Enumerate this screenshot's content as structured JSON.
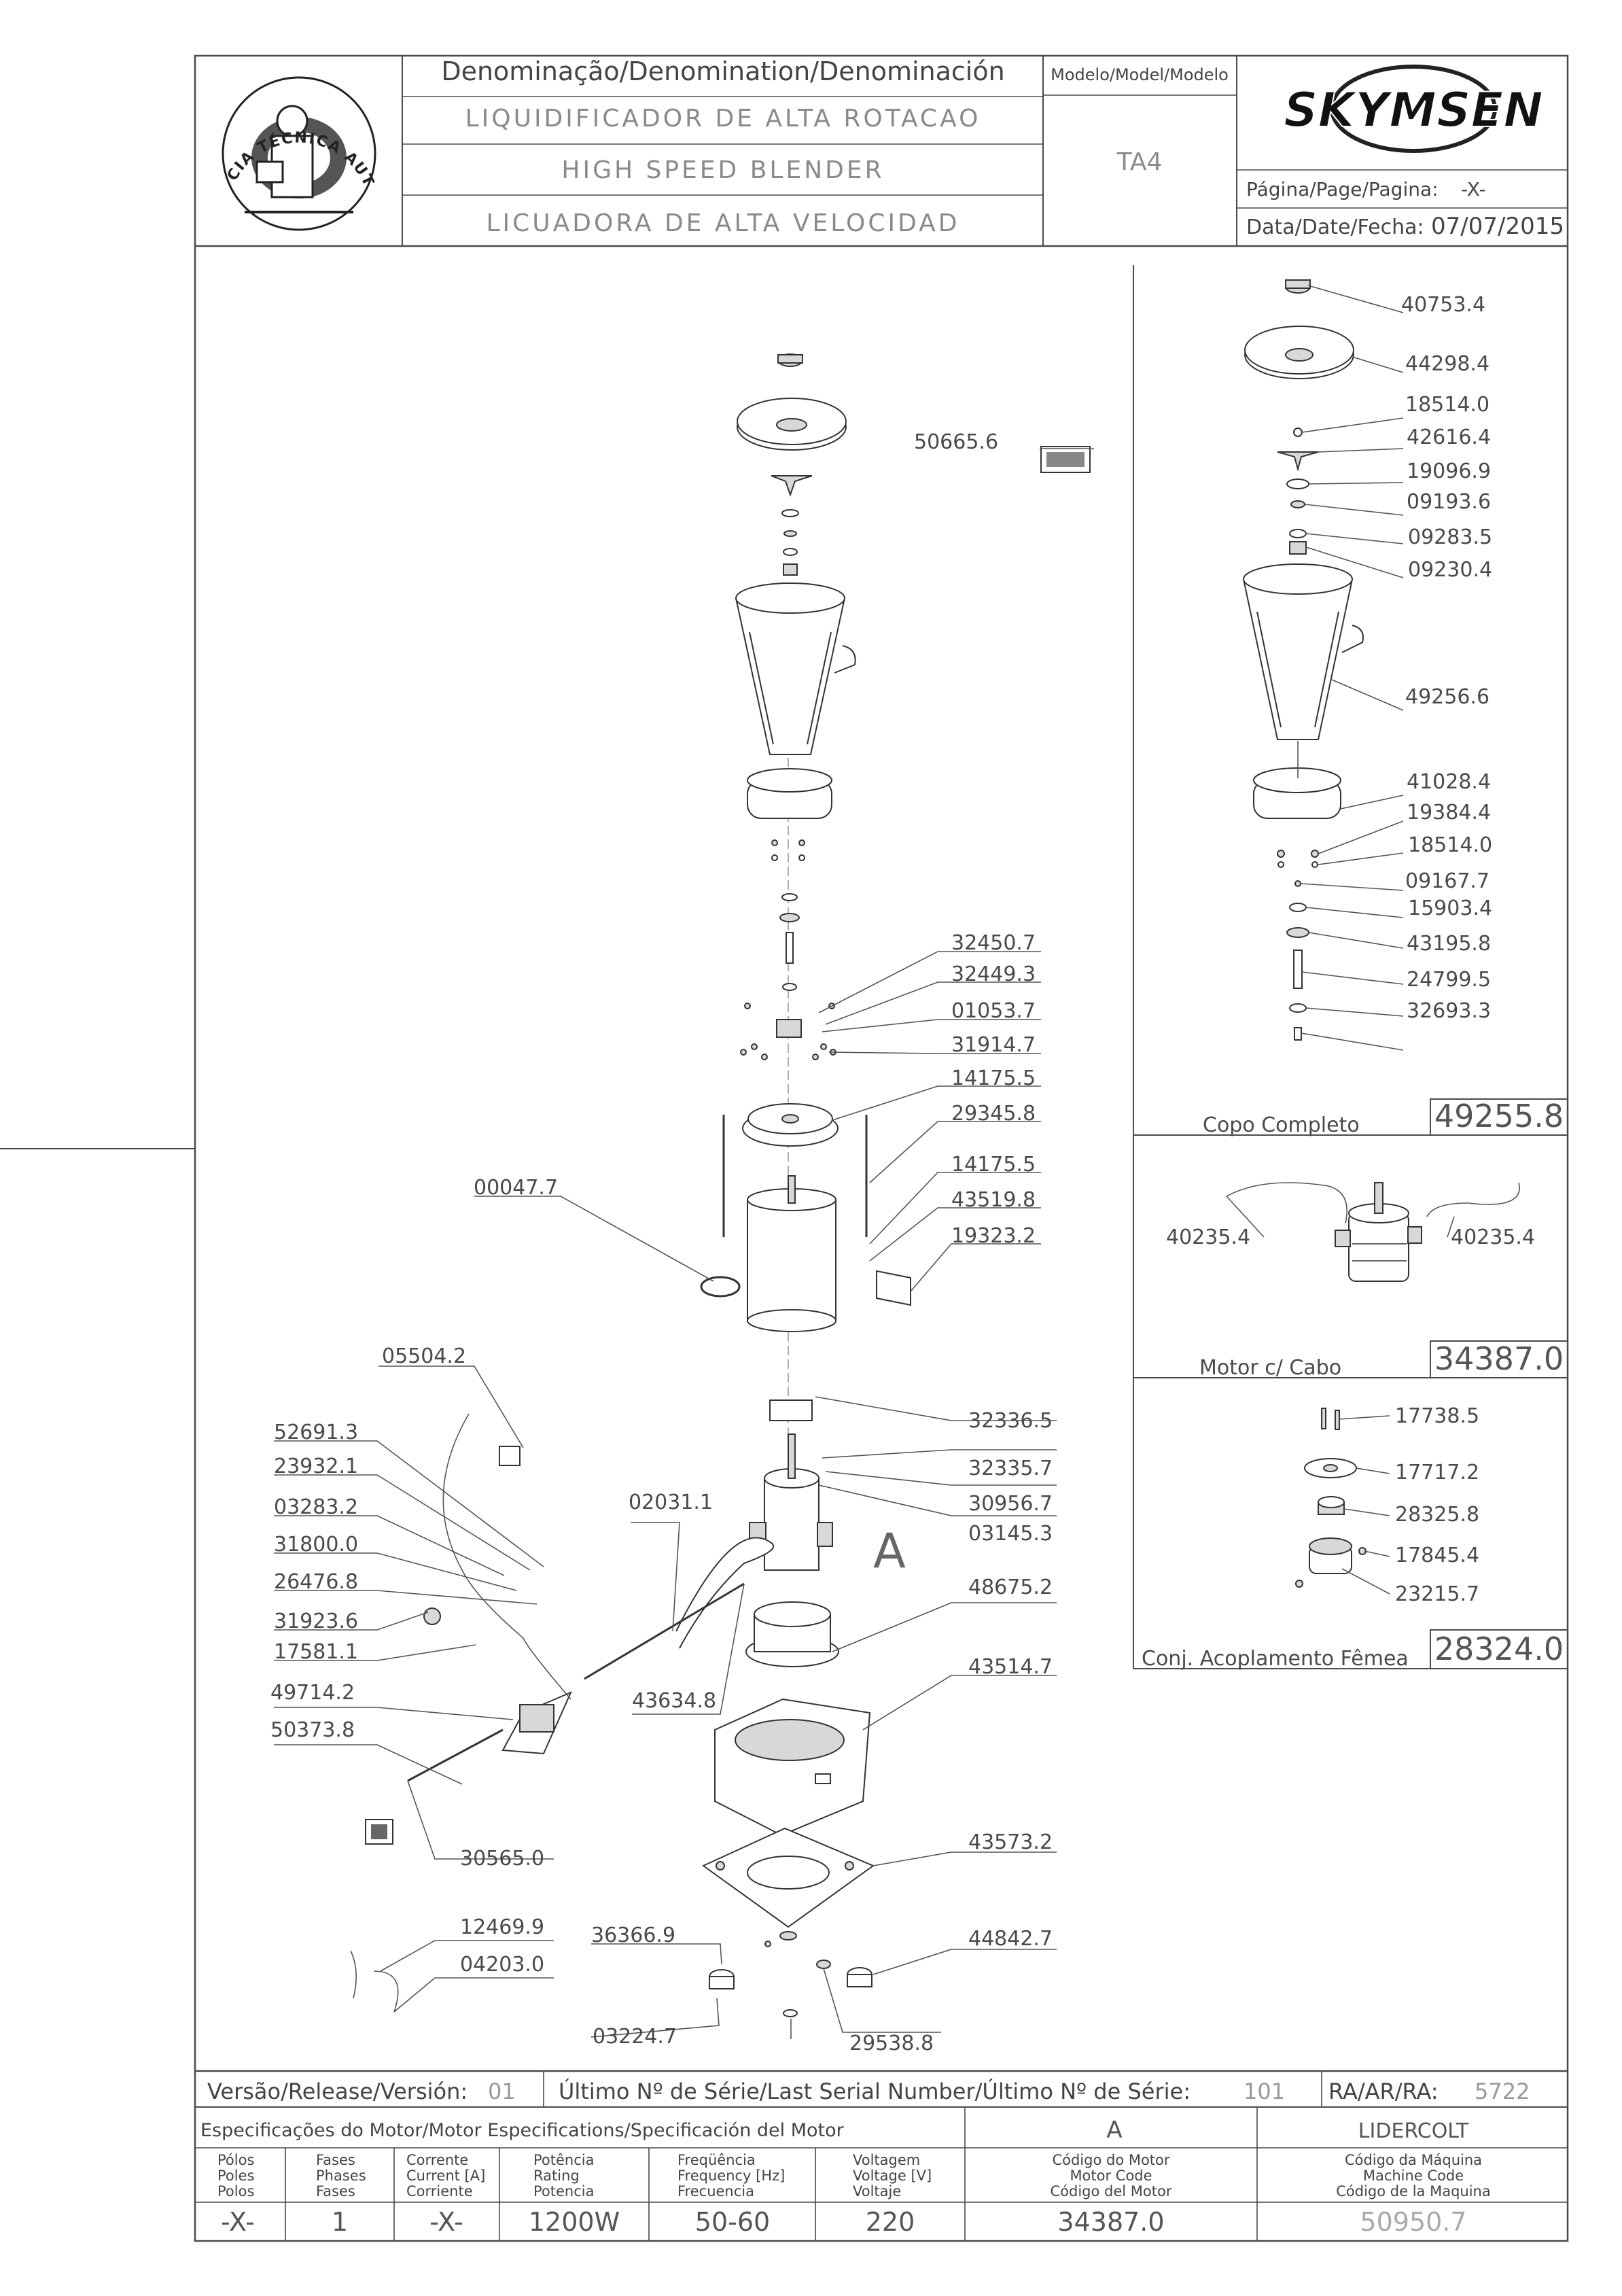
{
  "header": {
    "stamp_text": "ASSISTÊNCIA TÉCNICA AUTORIZADA",
    "denomination_label": "Denominação/Denomination/Denominación",
    "model_label": "Modelo/Model/Modelo",
    "name_pt": "LIQUIDIFICADOR DE ALTA ROTACAO",
    "name_en": "HIGH SPEED BLENDER",
    "name_es": "LICUADORA DE ALTA VELOCIDAD",
    "model": "TA4",
    "brand": "SKYMSEN",
    "page_label": "Página/Page/Pagina:",
    "page_value": "-X-",
    "date_label": "Data/Date/Fecha:",
    "date_value": "07/07/2015"
  },
  "labels_main": [
    "50665.6",
    "32450.7",
    "32449.3",
    "01053.7",
    "31914.7",
    "14175.5",
    "29345.8",
    "00047.7",
    "14175.5",
    "43519.8",
    "19323.2",
    "05504.2",
    "52691.3",
    "23932.1",
    "03283.2",
    "31800.0",
    "26476.8",
    "31923.6",
    "17581.1",
    "49714.2",
    "50373.8",
    "02031.1",
    "43634.8",
    "32336.5",
    "32335.7",
    "30956.7",
    "03145.3",
    "48675.2",
    "43514.7",
    "43573.2",
    "44842.7",
    "36366.9",
    "29538.8",
    "03224.7",
    "30565.0",
    "12469.9",
    "04203.0"
  ],
  "section_marker": "A",
  "cup": {
    "labels": [
      "40753.4",
      "44298.4",
      "18514.0",
      "42616.4",
      "19096.9",
      "09193.6",
      "09283.5",
      "09230.4",
      "49256.6",
      "41028.4",
      "19384.4",
      "18514.0",
      "09167.7",
      "15903.4",
      "43195.8",
      "24799.5",
      "32693.3"
    ],
    "title": "Copo Completo",
    "code": "49255.8"
  },
  "motor": {
    "labels": [
      "40235.4",
      "40235.4"
    ],
    "title": "Motor c/ Cabo",
    "code": "34387.0"
  },
  "coupling": {
    "labels": [
      "17738.5",
      "17717.2",
      "28325.8",
      "17845.4",
      "23215.7"
    ],
    "title": "Conj. Acoplamento Fêmea",
    "code": "28324.0"
  },
  "footer": {
    "version_label": "Versão/Release/Versión:",
    "version_value": "01",
    "serial_label": "Último Nº de Série/Last Serial Number/Último Nº de Série:",
    "serial_value": "101",
    "ra_label": "RA/AR/RA:",
    "ra_value": "5722",
    "spec_label": "Especificações do Motor/Motor Especifications/Specificación del Motor",
    "spec_letter": "A",
    "manufacturer": "LIDERCOLT",
    "columns": [
      {
        "l1": "Pólos",
        "l2": "Poles",
        "l3": "Polos",
        "value": "-X-"
      },
      {
        "l1": "Fases",
        "l2": "Phases",
        "l3": "Fases",
        "value": "1"
      },
      {
        "l1": "Corrente",
        "l2": "Current [A]",
        "l3": "Corriente",
        "value": "-X-"
      },
      {
        "l1": "Potência",
        "l2": "Rating",
        "l3": "Potencia",
        "value": "1200W"
      },
      {
        "l1": "Freqüência",
        "l2": "Frequency [Hz]",
        "l3": "Frecuencia",
        "value": "50-60"
      },
      {
        "l1": "Voltagem",
        "l2": "Voltage [V]",
        "l3": "Voltaje",
        "value": "220"
      },
      {
        "l1": "Código do Motor",
        "l2": "Motor Code",
        "l3": "Código del Motor",
        "value": "34387.0"
      },
      {
        "l1": "Código da Máquina",
        "l2": "Machine Code",
        "l3": "Código de la Maquina",
        "value": "50950.7"
      }
    ]
  }
}
